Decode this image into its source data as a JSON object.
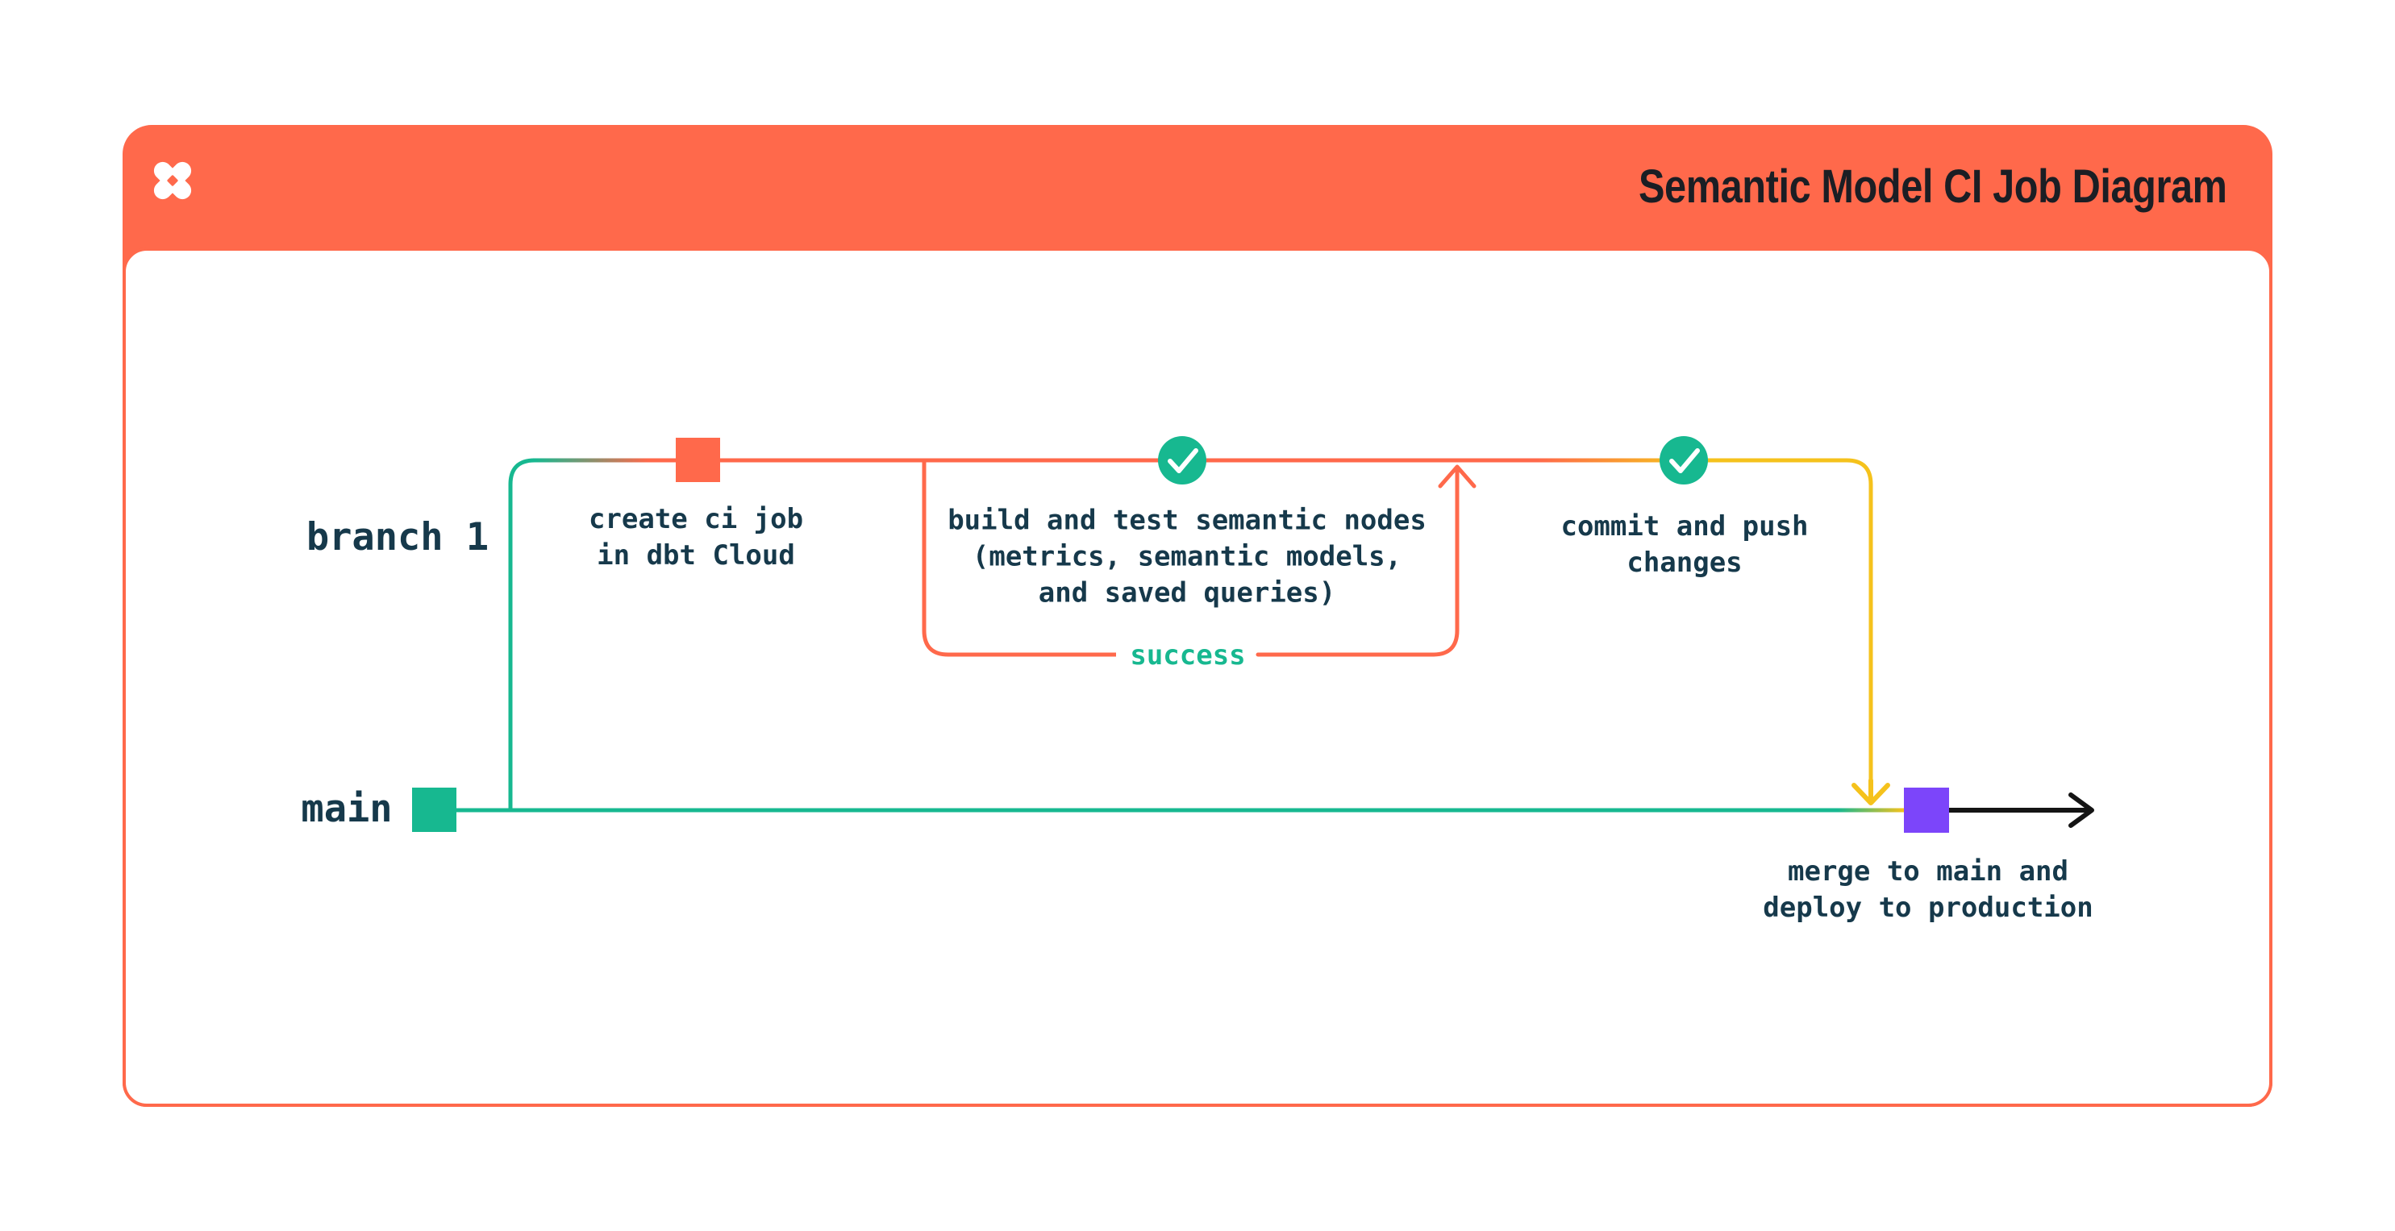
{
  "header": {
    "title": "Semantic Model CI Job Diagram",
    "logo": "dbt-logo"
  },
  "colors": {
    "orange": "#FF694B",
    "green": "#17B890",
    "yellow": "#F5C21C",
    "purple": "#7C45FA",
    "ink": "#16394B",
    "title_ink": "#1B1E24",
    "black": "#141414",
    "white": "#FFFFFF",
    "card_bg": "#FFFFFF"
  },
  "diagram": {
    "branch_label": "branch 1",
    "main_label": "main",
    "loop_label": "success",
    "nodes": [
      {
        "id": "create-ci-job",
        "marker": "orange-square",
        "label": "create ci job\nin dbt Cloud"
      },
      {
        "id": "build-test",
        "marker": "check-circle",
        "label": "build and test semantic nodes\n(metrics, semantic models,\nand saved queries)"
      },
      {
        "id": "commit-push",
        "marker": "check-circle",
        "label": "commit and push\nchanges"
      },
      {
        "id": "merge-deploy",
        "marker": "purple-square",
        "label": "merge to main and\ndeploy to production"
      }
    ],
    "start_marker": "green-square",
    "flow": "branch 1 forks from main, runs CI (create ci job -> build and test semantic nodes -> success loop -> commit and push changes), then merges back to main and deploys to production"
  }
}
